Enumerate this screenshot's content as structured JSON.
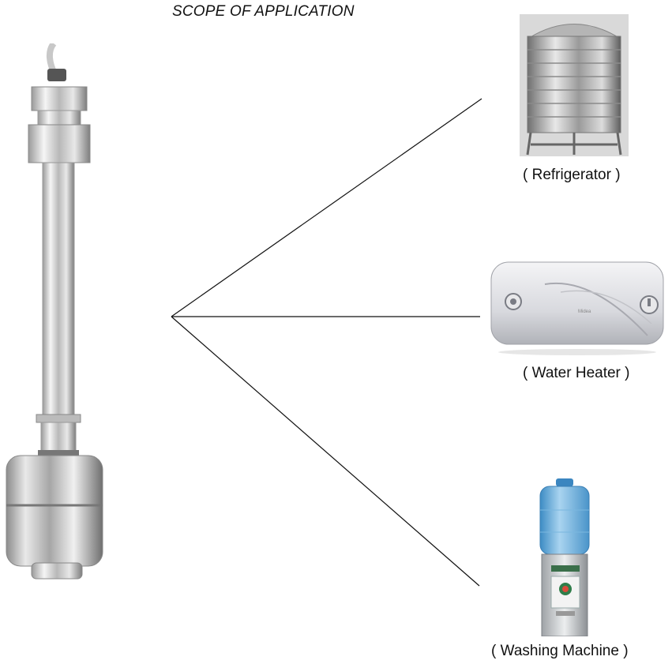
{
  "title": "SCOPE OF APPLICATION",
  "applications": [
    {
      "label": "( Refrigerator )",
      "icon": "water-tank-image"
    },
    {
      "label": "( Water Heater )",
      "icon": "water-heater-image"
    },
    {
      "label": "( Washing Machine )",
      "icon": "water-dispenser-image"
    }
  ],
  "product": {
    "icon": "float-level-switch-image"
  },
  "colors": {
    "line": "#111111",
    "steel_light": "#f2f2f2",
    "steel_dark": "#8a8a8a",
    "bottle_blue": "#5aa6d8"
  }
}
